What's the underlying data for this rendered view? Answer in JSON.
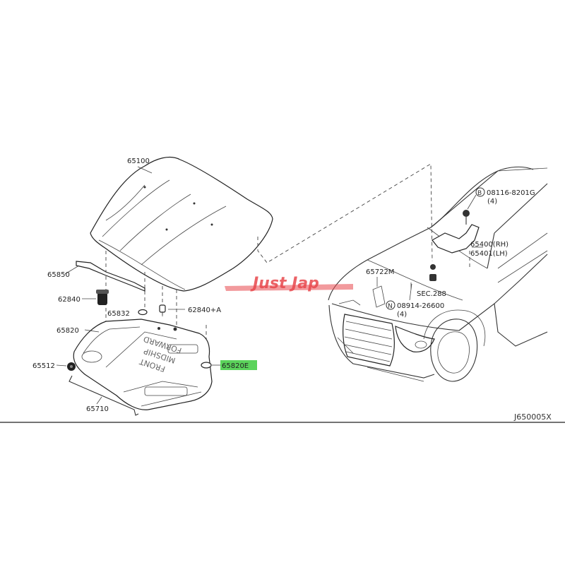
{
  "parts": {
    "hood": "65100",
    "seal_strip": "65850",
    "bumper": "62840",
    "clip_a": "65832",
    "clip_b": "62840+A",
    "insulator": "65820",
    "insulator_clip": "65820E",
    "grommet": "65512",
    "hood_rod": "65710",
    "emblem_clip": "65722M",
    "bolt": "08116-8201G",
    "bolt_qty": "(4)",
    "hinge_rh": "65400(RH)",
    "hinge_lh": "65401(LH)",
    "section": "SEC.288",
    "nut": "08914-26600",
    "nut_qty": "(4)"
  },
  "bolt_prefix": "B",
  "nut_prefix": "N",
  "insulator_text": [
    "FRONT",
    "MIDSHIP",
    "FORWARD"
  ],
  "diagram_code": "J650005X",
  "watermark": "Just Jap",
  "highlight_color": "#5bd35b",
  "watermark_color": "#e8474c"
}
